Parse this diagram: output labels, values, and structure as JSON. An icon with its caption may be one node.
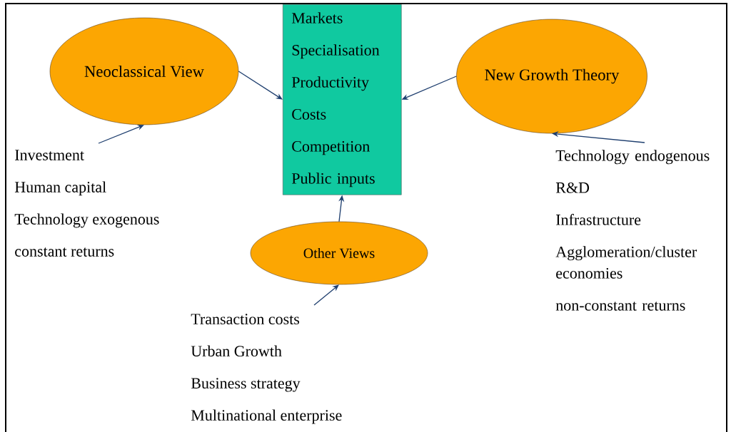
{
  "diagram": {
    "nodes": [
      {
        "text": [
          "Neoclassical View"
        ]
      },
      {
        "text": [
          "Markets",
          "Specialisation",
          "Productivity",
          "Costs",
          "Competition",
          "Public inputs"
        ]
      },
      {
        "text": [
          "New Growth Theory"
        ]
      },
      {
        "text": [
          "Investment",
          "Human capital",
          "Technology exogenous",
          "constant returns"
        ]
      },
      {
        "text": [
          "Other Views"
        ]
      },
      {
        "text": [
          "Technology endogenous",
          "R&D",
          "Infrastructure",
          "Agglomeration/cluster economies",
          "non-constant returns"
        ]
      },
      {
        "text": [
          "Transaction costs",
          "Urban Growth",
          "Business strategy",
          "Multinational enterprise"
        ]
      }
    ],
    "edges": [
      {
        "from": 0,
        "to": 1,
        "arrow": "to"
      },
      {
        "from": 2,
        "to": 1,
        "arrow": "to"
      },
      {
        "from": 4,
        "to": 1,
        "arrow": "to"
      },
      {
        "from": 3,
        "to": 0,
        "arrow": "to"
      },
      {
        "from": 5,
        "to": 2,
        "arrow": "to"
      },
      {
        "from": 6,
        "to": 4,
        "arrow": "to"
      }
    ]
  }
}
